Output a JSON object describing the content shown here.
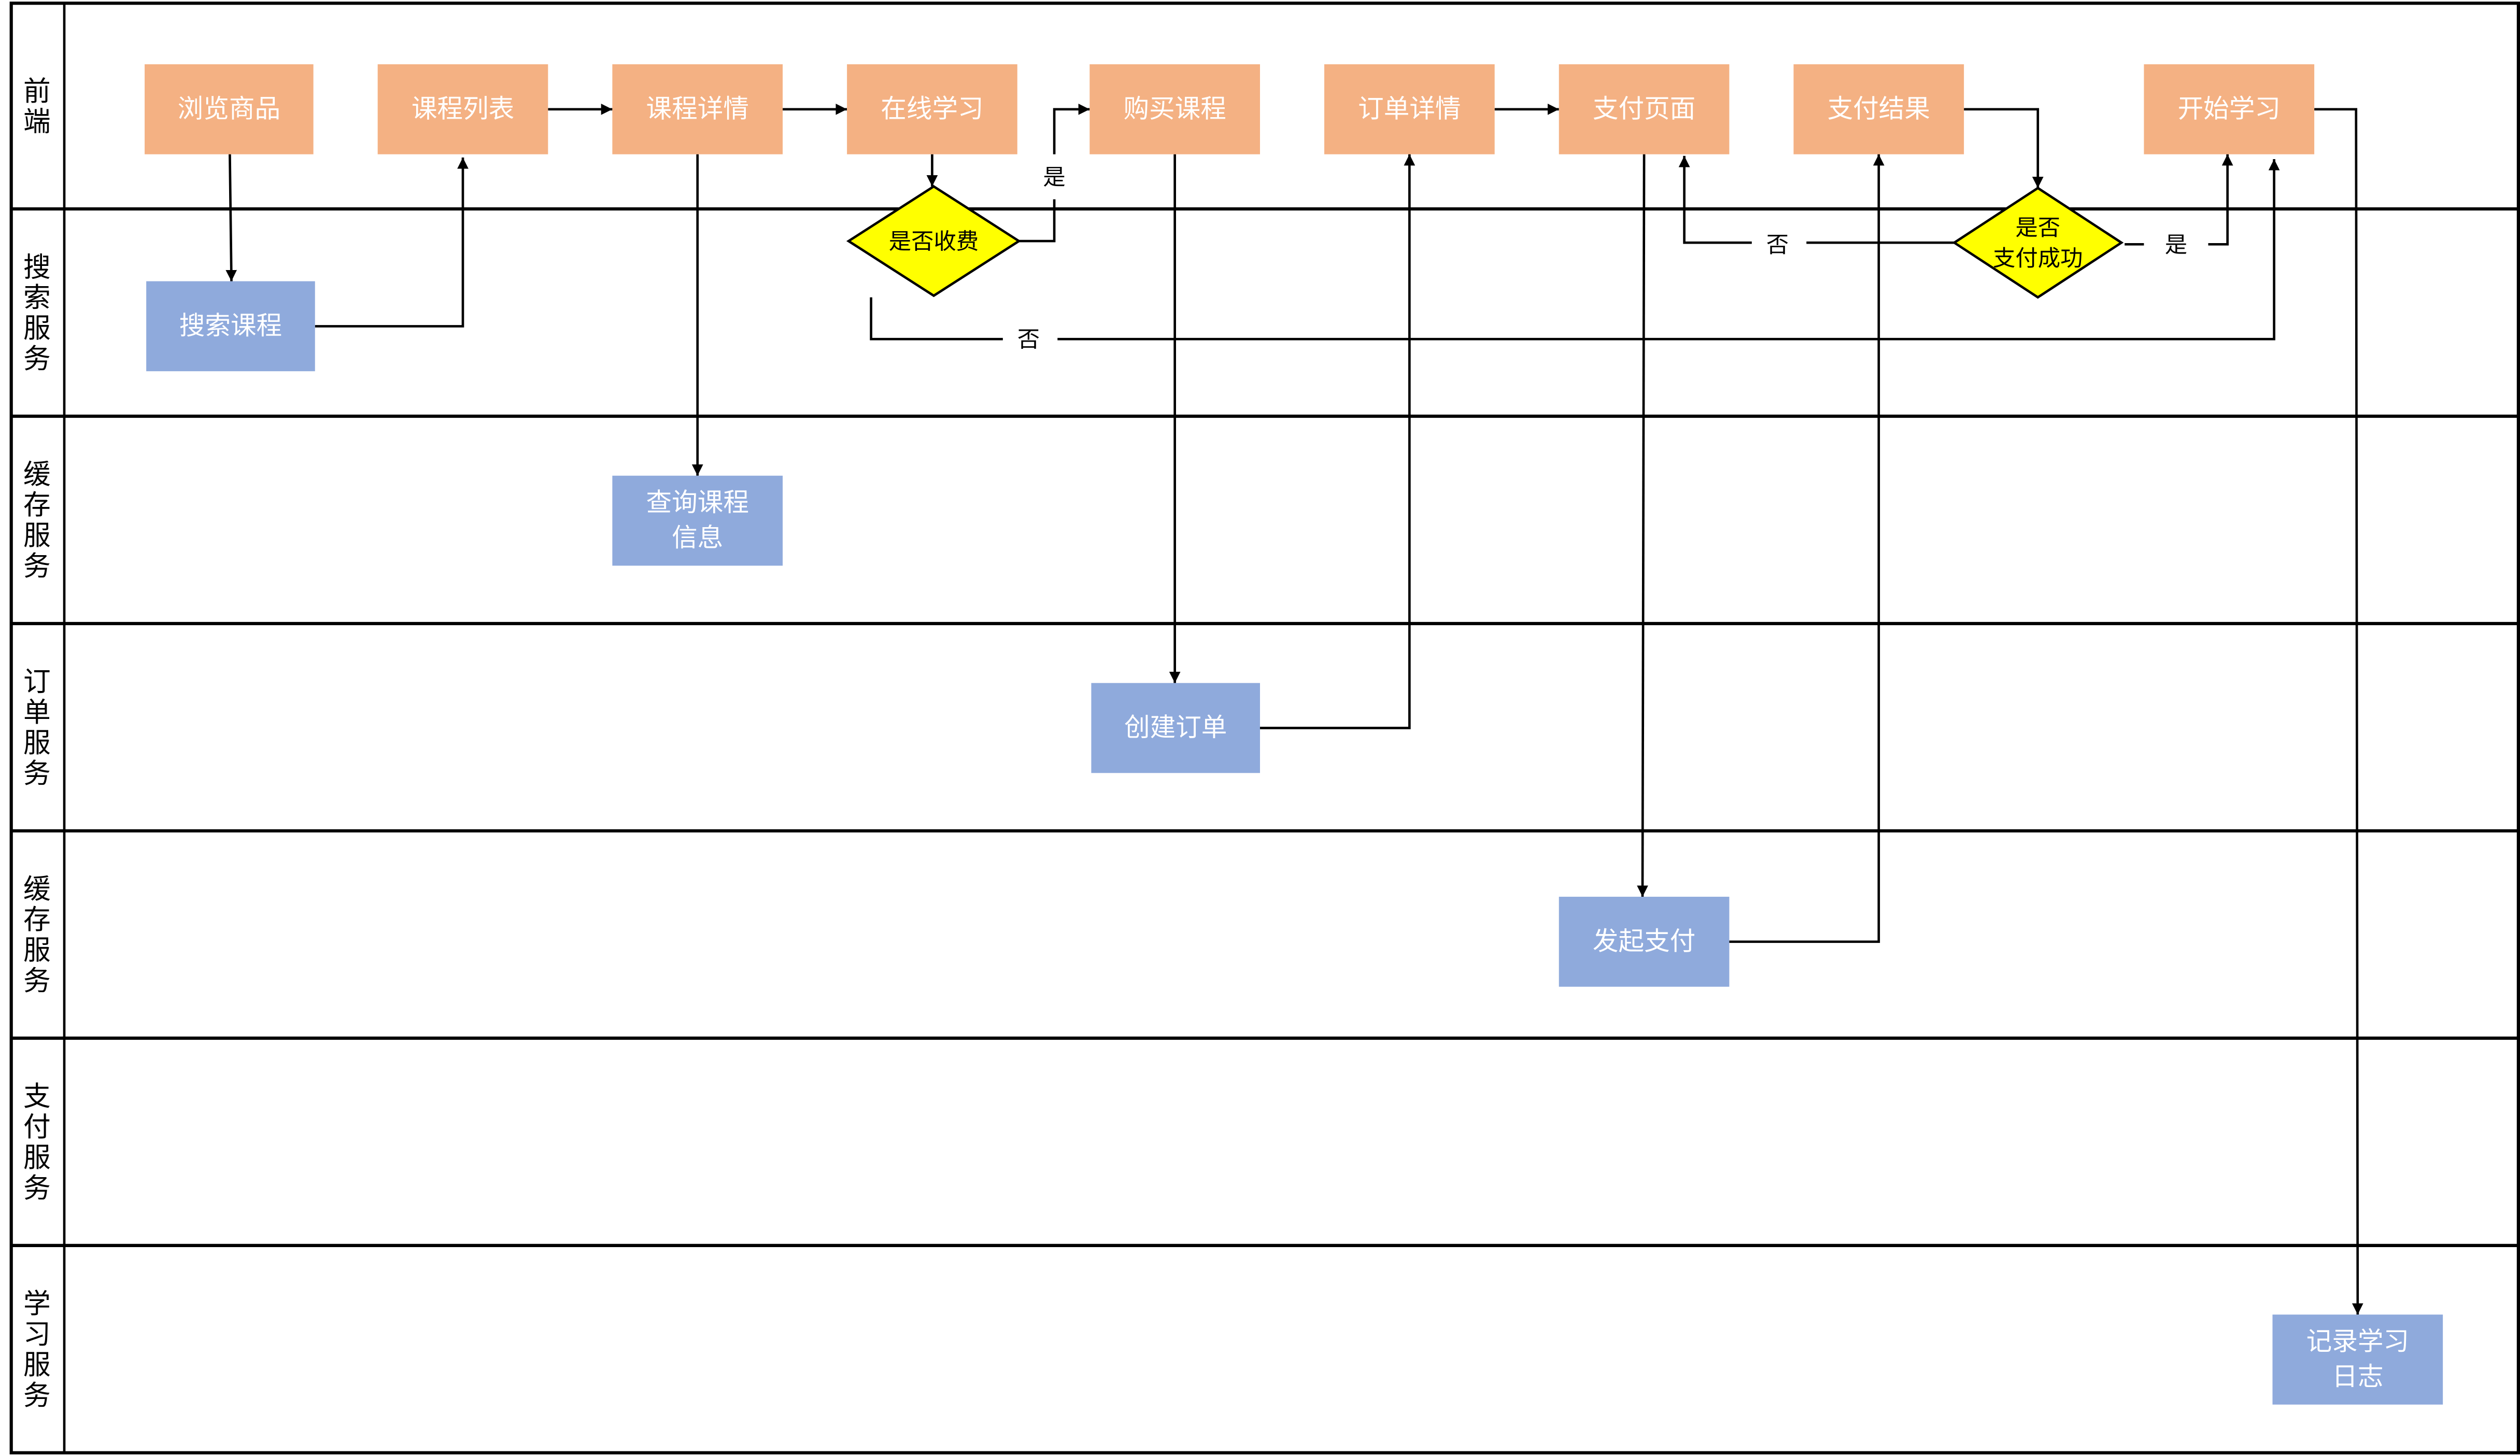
{
  "diagram": {
    "type": "swimlane-flowchart",
    "colors": {
      "frontend_node": "#F4B183",
      "service_node": "#8FAADC",
      "decision_node": "#FFFF00",
      "line": "#000000",
      "node_text": "#FFFFFF"
    },
    "lanes": [
      {
        "id": "frontend",
        "label": "前端"
      },
      {
        "id": "search",
        "label": "搜索服务"
      },
      {
        "id": "cache1",
        "label": "缓存服务"
      },
      {
        "id": "order",
        "label": "订单服务"
      },
      {
        "id": "cache2",
        "label": "缓存服务"
      },
      {
        "id": "payment",
        "label": "支付服务"
      },
      {
        "id": "learning",
        "label": "学习服务"
      }
    ],
    "nodes": {
      "browse": {
        "lines": [
          "浏览商品"
        ],
        "lane": "frontend",
        "kind": "process"
      },
      "course_list": {
        "lines": [
          "课程列表"
        ],
        "lane": "frontend",
        "kind": "process"
      },
      "course_detail": {
        "lines": [
          "课程详情"
        ],
        "lane": "frontend",
        "kind": "process"
      },
      "online_learning": {
        "lines": [
          "在线学习"
        ],
        "lane": "frontend",
        "kind": "process"
      },
      "buy_course": {
        "lines": [
          "购买课程"
        ],
        "lane": "frontend",
        "kind": "process"
      },
      "order_detail": {
        "lines": [
          "订单详情"
        ],
        "lane": "frontend",
        "kind": "process"
      },
      "pay_page": {
        "lines": [
          "支付页面"
        ],
        "lane": "frontend",
        "kind": "process"
      },
      "pay_result": {
        "lines": [
          "支付结果"
        ],
        "lane": "frontend",
        "kind": "process"
      },
      "start_learning": {
        "lines": [
          "开始学习"
        ],
        "lane": "frontend",
        "kind": "process"
      },
      "search_course": {
        "lines": [
          "搜索课程"
        ],
        "lane": "search",
        "kind": "service"
      },
      "query_course_info": {
        "lines": [
          "查询课程",
          "信息"
        ],
        "lane": "cache1",
        "kind": "service"
      },
      "create_order": {
        "lines": [
          "创建订单"
        ],
        "lane": "order",
        "kind": "service"
      },
      "init_payment": {
        "lines": [
          "发起支付"
        ],
        "lane": "cache2",
        "kind": "service"
      },
      "record_log": {
        "lines": [
          "记录学习",
          "日志"
        ],
        "lane": "learning",
        "kind": "service"
      },
      "is_paid_course": {
        "lines": [
          "是否收费"
        ],
        "lane": "search",
        "kind": "decision"
      },
      "is_pay_success": {
        "lines": [
          "是否",
          "支付成功"
        ],
        "lane": "search",
        "kind": "decision"
      }
    },
    "edge_labels": {
      "paid_yes": "是",
      "paid_no": "否",
      "pay_success_no": "否",
      "pay_success_yes": "是"
    },
    "edges": [
      {
        "from": "browse",
        "to": "search_course"
      },
      {
        "from": "search_course",
        "to": "course_list"
      },
      {
        "from": "course_list",
        "to": "course_detail"
      },
      {
        "from": "course_detail",
        "to": "query_course_info"
      },
      {
        "from": "course_detail",
        "to": "online_learning"
      },
      {
        "from": "online_learning",
        "to": "is_paid_course"
      },
      {
        "from": "is_paid_course",
        "to": "buy_course",
        "label": "是"
      },
      {
        "from": "is_paid_course",
        "to": "start_learning",
        "label": "否"
      },
      {
        "from": "buy_course",
        "to": "create_order"
      },
      {
        "from": "create_order",
        "to": "order_detail"
      },
      {
        "from": "order_detail",
        "to": "pay_page"
      },
      {
        "from": "pay_page",
        "to": "init_payment"
      },
      {
        "from": "init_payment",
        "to": "pay_result"
      },
      {
        "from": "pay_result",
        "to": "is_pay_success"
      },
      {
        "from": "is_pay_success",
        "to": "pay_page",
        "label": "否"
      },
      {
        "from": "is_pay_success",
        "to": "start_learning",
        "label": "是"
      },
      {
        "from": "start_learning",
        "to": "record_log"
      }
    ]
  }
}
